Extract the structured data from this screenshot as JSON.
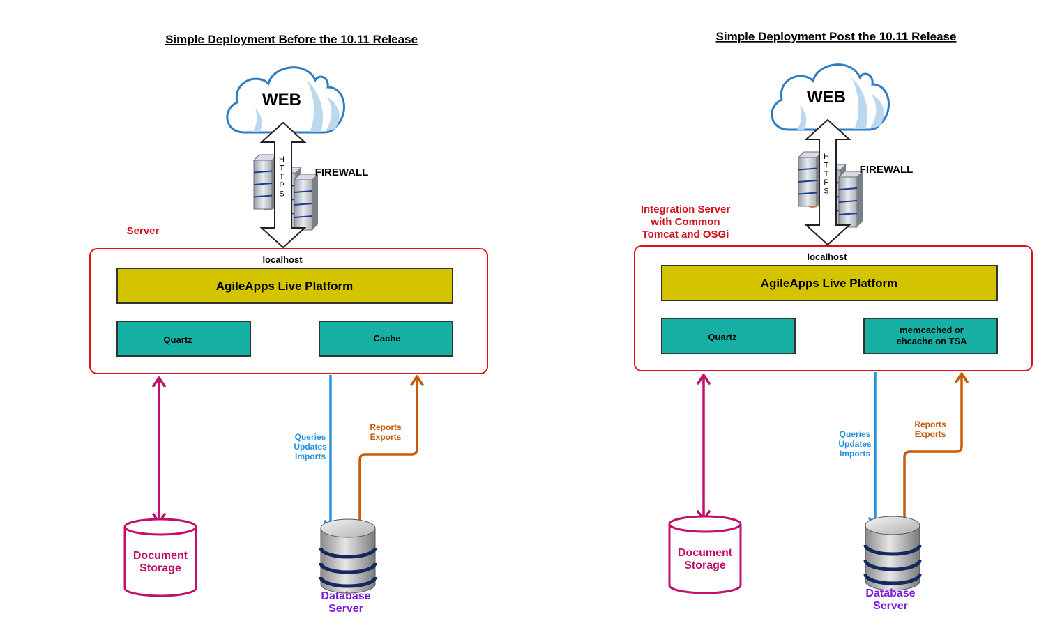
{
  "colors": {
    "server_border": "#e0101c",
    "server_label": "#d0101c",
    "platform_fill": "#d4c400",
    "component_fill": "#17b0a5",
    "doc_storage": "#c0106a",
    "query_arrow": "#2690e0",
    "report_arrow": "#c85a0a",
    "db_label": "#7a1ae0",
    "cloud_stroke": "#2e7cc4",
    "cloud_rain": "#bcd8ee"
  },
  "icons": [
    "cloud-icon",
    "firewall-icon",
    "database-icon",
    "document-storage-icon"
  ],
  "left": {
    "title": "Simple Deployment Before the 10.11 Release",
    "cloud_label": "WEB",
    "https_letters": [
      "H",
      "T",
      "T",
      "P",
      "S"
    ],
    "firewall_label": "FIREWALL",
    "server_label": [
      "Server"
    ],
    "localhost_label": "localhost",
    "platform_label": "AgileApps Live Platform",
    "component1_label": [
      "Quartz"
    ],
    "component2_label": [
      "Cache"
    ],
    "queries_label": [
      "Queries",
      "Updates",
      "Imports"
    ],
    "reports_label": [
      "Reports",
      "Exports"
    ],
    "doc_storage_label": [
      "Document",
      "Storage"
    ],
    "db_label": [
      "Database",
      "Server"
    ]
  },
  "right": {
    "title": "Simple Deployment Post the 10.11 Release",
    "cloud_label": "WEB",
    "https_letters": [
      "H",
      "T",
      "T",
      "P",
      "S"
    ],
    "firewall_label": "FIREWALL",
    "server_label": [
      "Integration Server",
      "with Common",
      "Tomcat and OSGi"
    ],
    "localhost_label": "localhost",
    "platform_label": "AgileApps Live Platform",
    "component1_label": [
      "Quartz"
    ],
    "component2_label": [
      "memcached or",
      "ehcache on TSA"
    ],
    "queries_label": [
      "Queries",
      "Updates",
      "Imports"
    ],
    "reports_label": [
      "Reports",
      "Exports"
    ],
    "doc_storage_label": [
      "Document",
      "Storage"
    ],
    "db_label": [
      "Database",
      "Server"
    ]
  }
}
